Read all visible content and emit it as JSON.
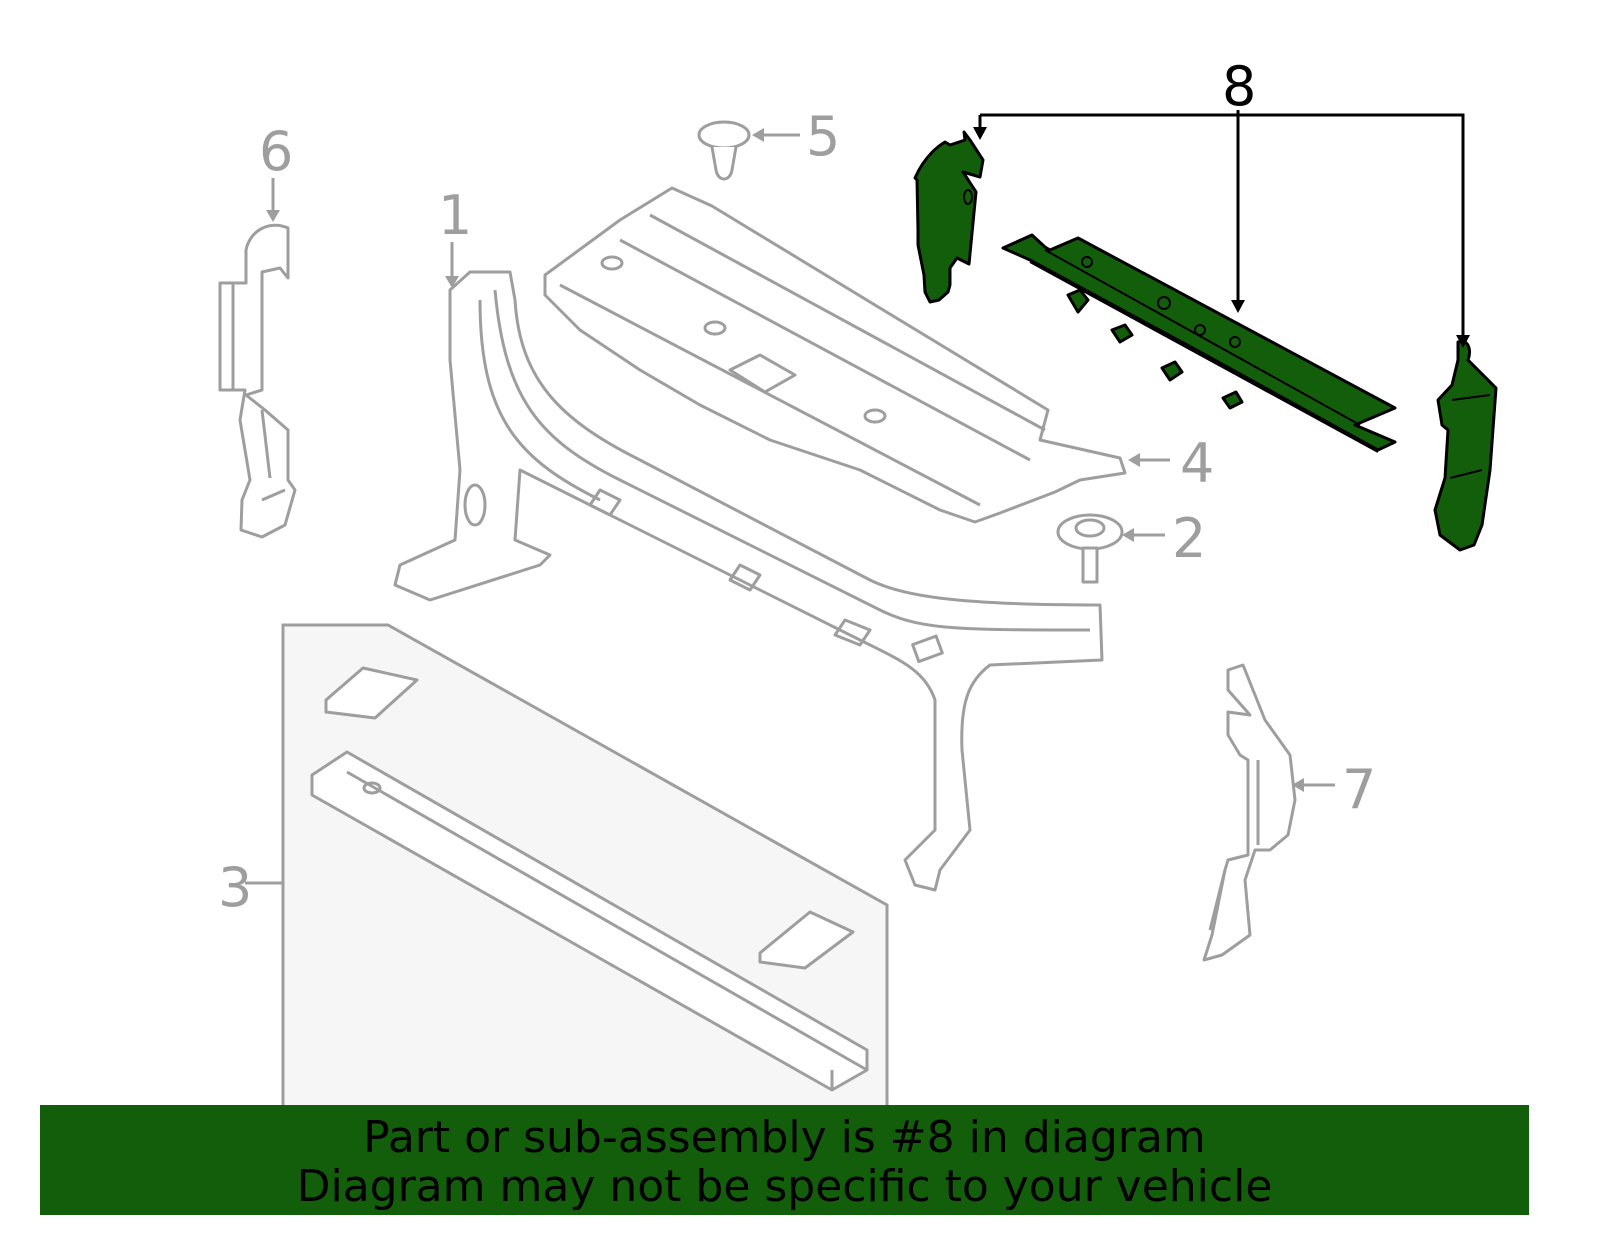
{
  "diagram": {
    "callouts": [
      "1",
      "2",
      "3",
      "4",
      "5",
      "6",
      "7",
      "8"
    ],
    "highlighted_part": "8",
    "colors": {
      "highlight": "#135e0b",
      "outline": "#9e9e9e",
      "banner": "#135e0b"
    }
  },
  "banner": {
    "line1": "Part or sub-assembly is #8 in diagram",
    "line2": "Diagram may not be specific to your vehicle"
  }
}
